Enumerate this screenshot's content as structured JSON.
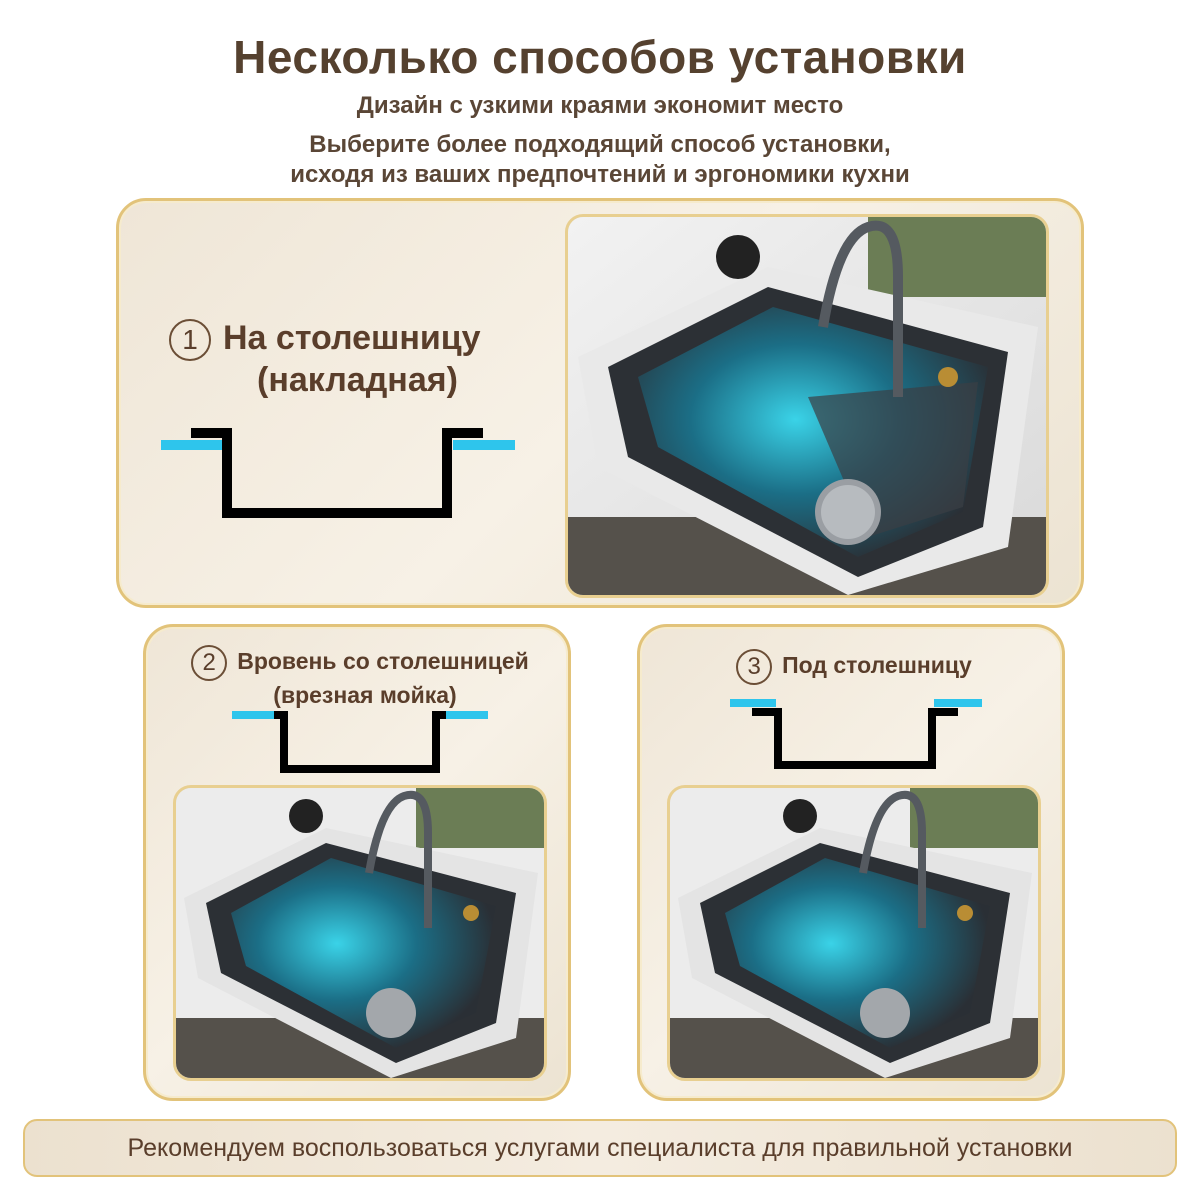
{
  "header": {
    "title": "Несколько способов установки",
    "subtitle": "Дизайн с узкими краями экономит место",
    "description_line1": "Выберите более подходящий способ установки,",
    "description_line2": "исходя из ваших предпочтений и эргономики кухни"
  },
  "options": [
    {
      "number": "1",
      "line1": "На столешницу",
      "line2": "(накладная)"
    },
    {
      "number": "2",
      "line1": "Вровень со столешницей",
      "line2": "(врезная мойка)"
    },
    {
      "number": "3",
      "line1": "Под столешницу",
      "line2": ""
    }
  ],
  "footer": {
    "text": "Рекомендуем воспользоваться услугами специалиста для правильной установки"
  },
  "colors": {
    "panel_border": "#e2c37a",
    "panel_bg": "#f3ece0",
    "text_brown": "#5a3e2b",
    "countertop_blue": "#2ec5ec",
    "sink_line": "#000000"
  },
  "icons": [
    "install-diagram-icon",
    "sink-photo"
  ]
}
